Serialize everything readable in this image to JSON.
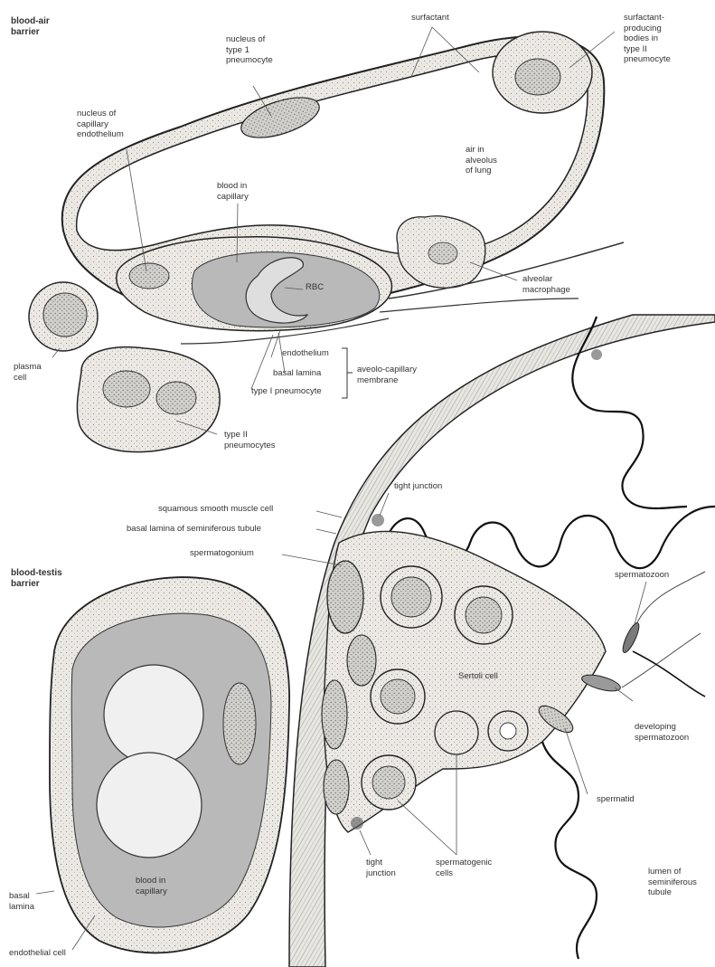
{
  "panels": {
    "blood_air": {
      "heading": "blood-air\nbarrier",
      "labels": {
        "surfactant": "surfactant",
        "surfactant_bodies": "surfactant-\nproducing\nbodies in\ntype II\npneumocyte",
        "nucleus_type1": "nucleus of\ntype 1\npneumocyte",
        "nucleus_capillary": "nucleus of\ncapillary\nendothelium",
        "air_in_alveolus": "air in\nalveolus\nof lung",
        "blood_in_capillary": "blood in\ncapillary",
        "rbc": "RBC",
        "alveolar_macrophage": "alveolar\nmacrophage",
        "plasma_cell": "plasma\ncell",
        "endothelium": "endothelium",
        "basal_lamina": "basal lamina",
        "type1_pneumocyte": "type I pneumocyte",
        "membrane": "aveolo-capillary\nmembrane",
        "type2_pneumocytes": "type II\npneumocytes"
      }
    },
    "blood_testis": {
      "heading": "blood-testis\nbarrier",
      "labels": {
        "tight_junction_top": "tight junction",
        "squamous_muscle": "squamous smooth muscle cell",
        "basal_lamina_tubule": "basal lamina of seminiferous tubule",
        "spermatogonium": "spermatogonium",
        "spermatozoon": "spermatozoon",
        "sertoli_cell": "Sertoli cell",
        "developing_spermatozoon": "developing\nspermatozoon",
        "spermatid": "spermatid",
        "tight_junction_bottom": "tight\njunction",
        "spermatogenic_cells": "spermatogenic\ncells",
        "lumen": "lumen of\nseminiferous\ntubule",
        "blood_in_capillary": "blood in\ncapillary",
        "basal_lamina": "basal\nlamina",
        "endothelial_cell": "endothelial cell"
      }
    }
  },
  "colors": {
    "ink": "#222222",
    "label_text": "#333333",
    "cytoplasm": "#ece9e4",
    "blood": "#b9b9b9",
    "rbc": "#dedede",
    "nucleus": "#d2d0cc",
    "air": "#ffffff"
  }
}
